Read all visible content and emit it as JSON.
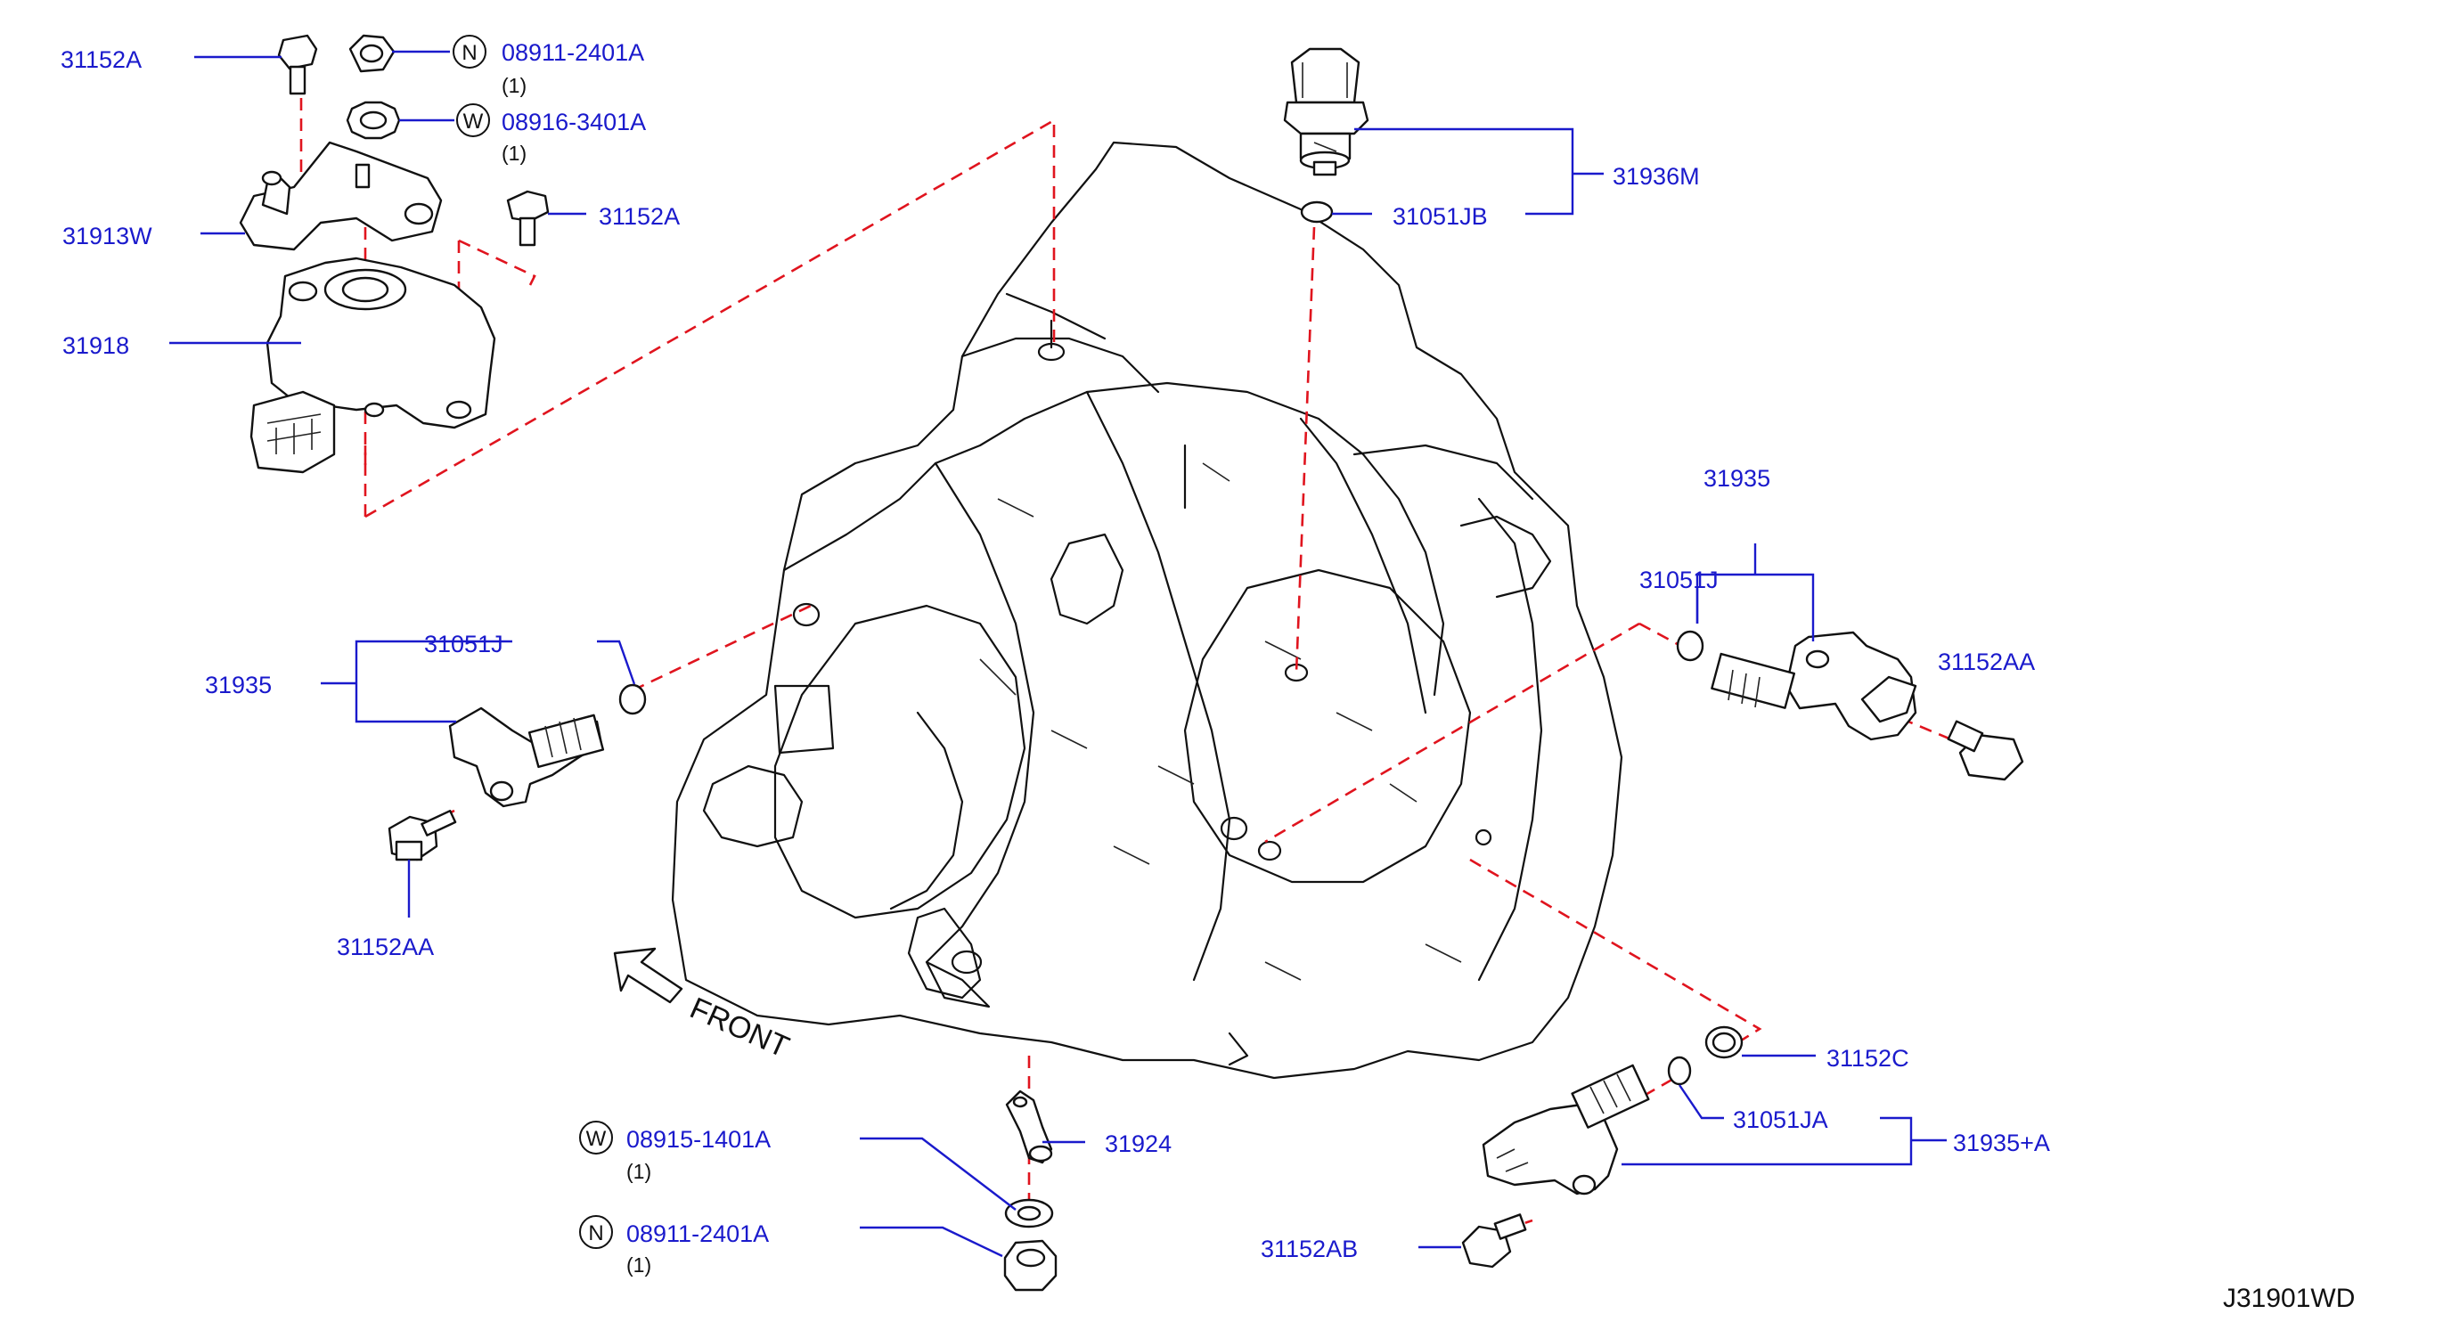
{
  "diagram_code": "J31901WD",
  "front_label": "FRONT",
  "callouts": {
    "bolt_31152A_top": "31152A",
    "nut_top_code": "08911-2401A",
    "nut_top_qty": "(1)",
    "nut_top_letter": "N",
    "washer_top_code": "08916-3401A",
    "washer_top_qty": "(1)",
    "washer_top_letter": "W",
    "bracket": "31913W",
    "bolt_31152A_mid": "31152A",
    "inhibitor_switch": "31918",
    "pressure_sensor": "31936M",
    "pressure_oring": "31051JB",
    "sensor_left": "31935",
    "oring_left": "31051J",
    "bolt_left": "31152AA",
    "sensor_right": "31935",
    "oring_right": "31051J",
    "bolt_right": "31152AA",
    "washer_bottom_code": "08915-1401A",
    "washer_bottom_qty": "(1)",
    "washer_bottom_letter": "W",
    "nut_bottom_code": "08911-2401A",
    "nut_bottom_qty": "(1)",
    "nut_bottom_letter": "N",
    "lever": "31924",
    "seal_ring": "31152C",
    "oring_bottom": "31051JA",
    "sensor_bottom": "31935+A",
    "bolt_bottom": "31152AB"
  },
  "colors": {
    "label": "#1a1acc",
    "dashed_line": "#e0141e",
    "drawing": "#111111"
  }
}
